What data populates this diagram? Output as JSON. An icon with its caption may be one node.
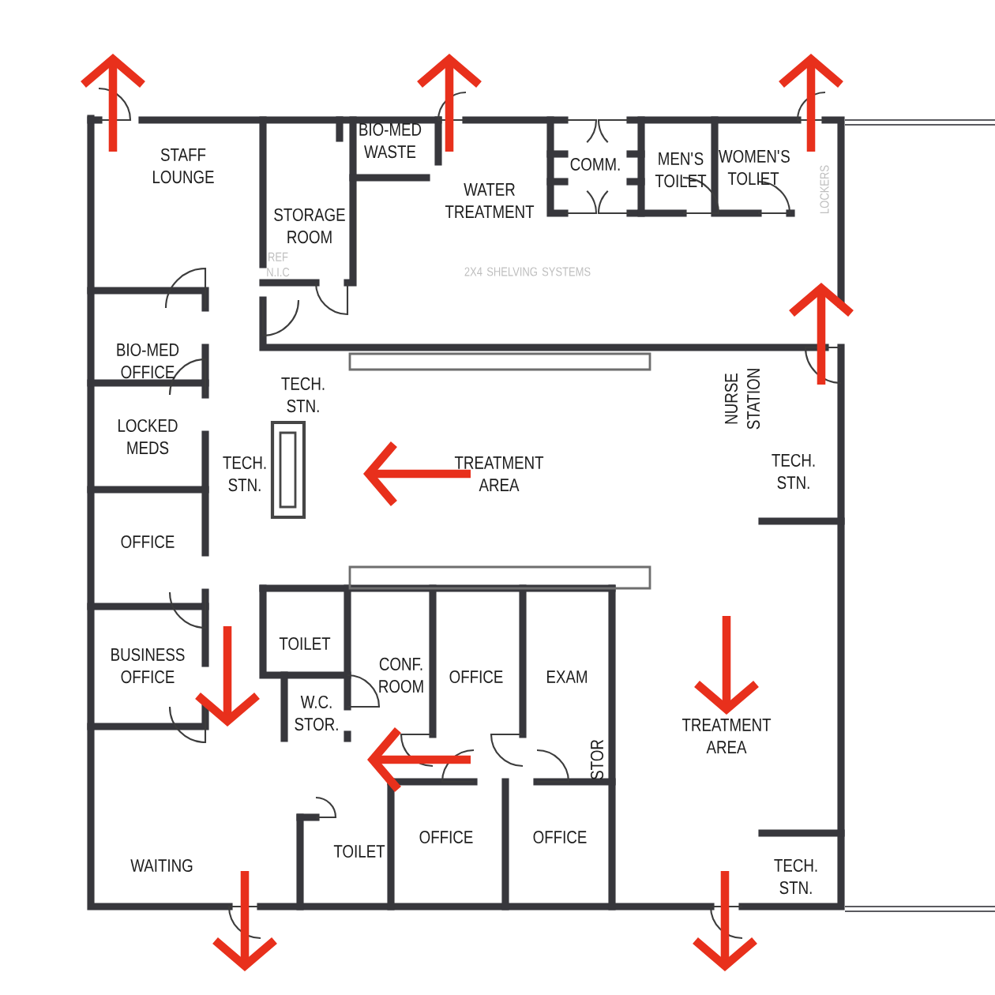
{
  "diagram": {
    "labels": [
      "STAFF LOUNGE",
      "BIO-MED WASTE",
      "COMM.",
      "MEN'S TOILET",
      "WOMEN'S TOLIET",
      "WATER TREATMENT",
      "STORAGE ROOM",
      "REF N.I.C",
      "2X4 SHELVING SYSTEMS",
      "LOCKERS",
      "BIO-MED OFFICE",
      "TECH. STN.",
      "NURSE STATION",
      "LOCKED MEDS",
      "TECH. STN.",
      "TREATMENT AREA",
      "TECH. STN.",
      "OFFICE",
      "TOILET",
      "BUSINESS OFFICE",
      "CONF. ROOM",
      "OFFICE",
      "EXAM",
      "W.C. STOR.",
      "TREATMENT AREA",
      "STOR",
      "OFFICE",
      "OFFICE",
      "TOILET",
      "WAITING",
      "TECH. STN."
    ]
  }
}
